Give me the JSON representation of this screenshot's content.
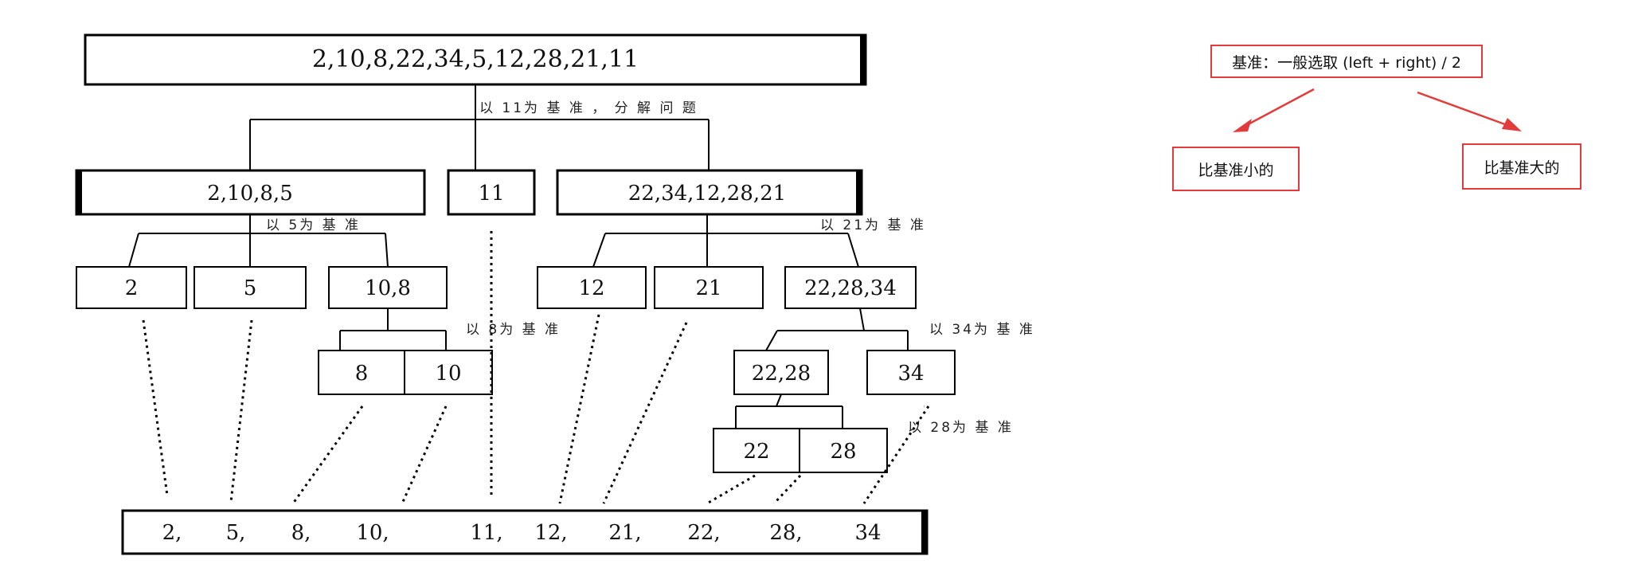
{
  "tree": {
    "root": "2,10,8,22,34,5,12,28,21,11",
    "note_root": "以 11为 基 准 ， 分 解 问 题",
    "level1": {
      "left": "2,10,8,5",
      "pivot": "11",
      "right": "22,34,12,28,21"
    },
    "note_left": "以 5为 基 准",
    "note_right": "以 21为 基 准",
    "level2_left": {
      "a": "2",
      "b": "5",
      "c": "10,8"
    },
    "level2_right": {
      "a": "12",
      "b": "21",
      "c": "22,28,34"
    },
    "note_108": "以 8为 基 准",
    "note_34": "以 34为 基 准",
    "level3_108": {
      "a": "8",
      "b": "10"
    },
    "level3_right": {
      "a": "22,28",
      "b": "34"
    },
    "note_28": "以 28为 基 准",
    "level4": {
      "a": "22",
      "b": "28"
    },
    "result": [
      "2,",
      "5,",
      "8,",
      "10,",
      "11,",
      "12,",
      "21,",
      "22,",
      "28,",
      "34"
    ]
  },
  "legend": {
    "top": "基准：一般选取 (left + right) / 2",
    "smaller": "比基准小的",
    "larger": "比基准大的",
    "color": "#e33b3b"
  }
}
